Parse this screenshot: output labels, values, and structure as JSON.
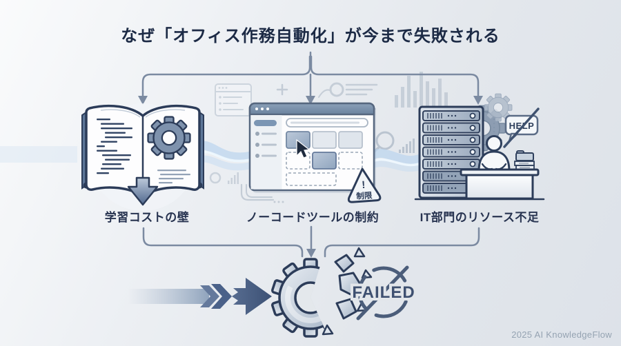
{
  "title": "なぜ「オフィス作務自動化」が今まで失敗される",
  "columns": [
    {
      "label": "学習コストの壁",
      "icon": "book-gear-icon"
    },
    {
      "label": "ノーコードツールの制約",
      "icon": "nocode-tool-icon",
      "warning_mark": "!",
      "warning_label": "制限"
    },
    {
      "label": "IT部門のリソース不足",
      "icon": "server-helpdesk-icon",
      "help_bubble": "HELP"
    }
  ],
  "result": {
    "failed_label": "FAILED"
  },
  "footer": {
    "credit": "2025 AI KnowledgeFlow"
  },
  "colors": {
    "title_text": "#1c2a45",
    "connector": "#7b8aa1",
    "navy_outline": "#2c3c59",
    "steel": "#7e92ad",
    "background_start": "#fafbfc",
    "background_end": "#dde2e9"
  }
}
